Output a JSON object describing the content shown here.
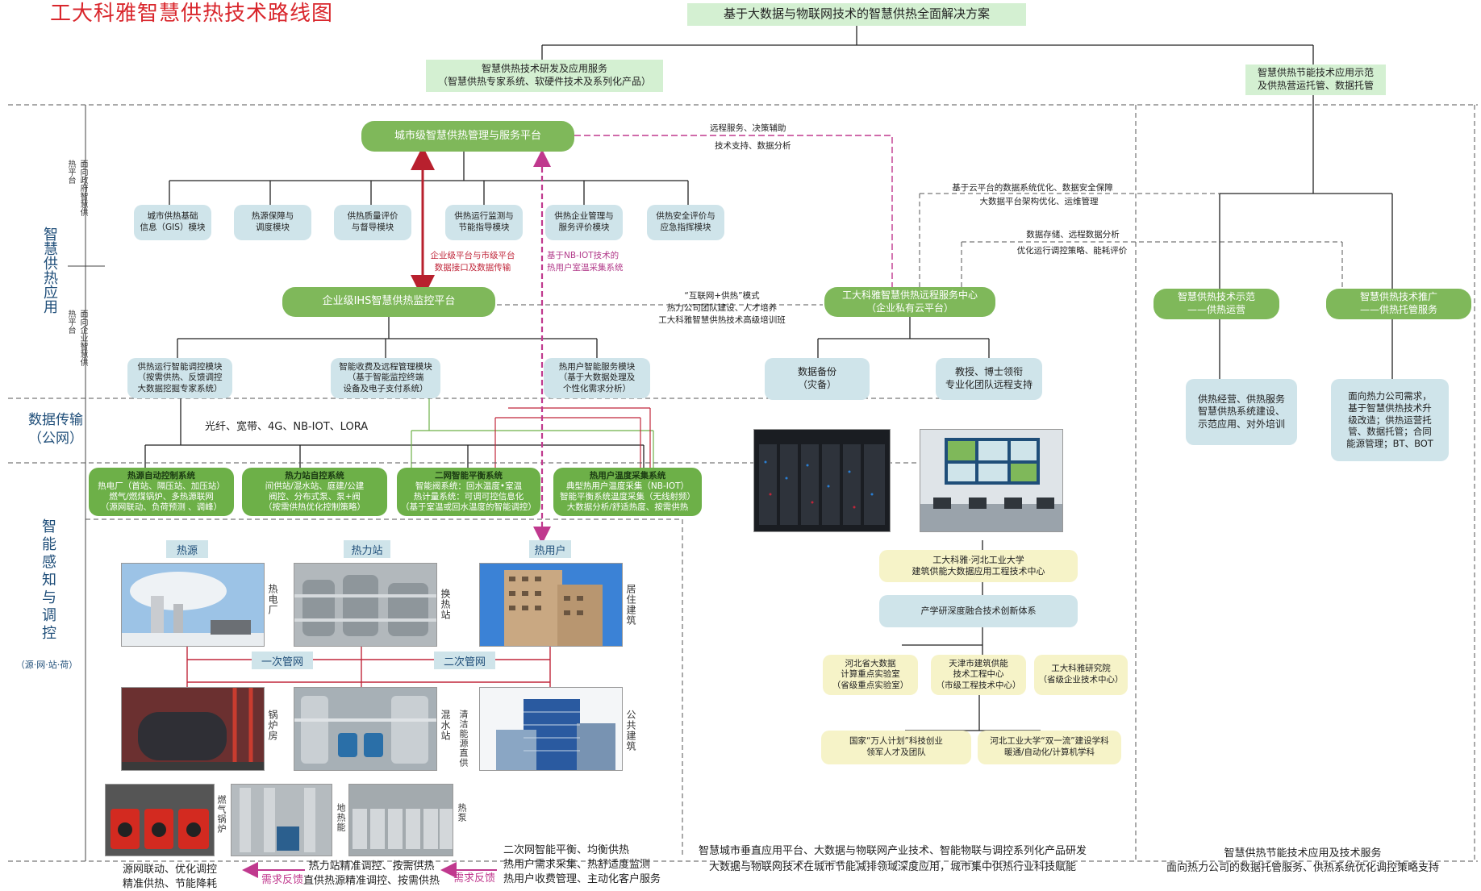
{
  "title": "工大科雅智慧供热技术路线图",
  "top": {
    "root": "基于大数据与物联网技术的智慧供热全面解决方案",
    "left_branch": "智慧供热技术研发及应用服务\n（智慧供热专家系统、软硬件技术及系列化产品）",
    "right_branch": "智慧供热节能技术应用示范\n及供热营运托管、数据托管"
  },
  "side_labels": {
    "app": "智慧供热应用",
    "gov": "面向政府智慧供热平台",
    "ent": "面向企业智慧供热平台",
    "trans": "数据传输\n（公网）",
    "sense": "智能感知与调控",
    "sense_sub": "（源·网·站·荷）"
  },
  "city_platform": "城市级智慧供热管理与服务平台",
  "city_modules": [
    "城市供热基础\n信息（GIS）模块",
    "热源保障与\n调度模块",
    "供热质量评价\n与督导模块",
    "供热运行监测与\n节能指导模块",
    "供热企业管理与\n服务评价模块",
    "供热安全评价与\n应急指挥模块"
  ],
  "red_note": "企业级平台与市级平台\n数据接口及数据传输",
  "purple_note": "基于NB-IOT技术的\n热用户室温采集系统",
  "remote_note1": "远程服务、决策辅助",
  "remote_note2": "技术支持、数据分析",
  "cloud_note1": "基于云平台的数据系统优化、数据安全保障",
  "cloud_note2": "大数据平台架构优化、运维管理",
  "data_note1": "数据存储、远程数据分析",
  "data_note2": "优化运行调控策略、能耗评价",
  "ent_platform": "企业级IHS智慧供热监控平台",
  "internet_note": "“互联网+供热”模式\n热力公司团队建设、人才培养\n工大科雅智慧供热技术高级培训班",
  "remote_center": "工大科雅智慧供热远程服务中心\n（企业私有云平台）",
  "ent_modules": [
    "供热运行智能调控模块\n（按需供热、反馈调控\n大数据挖掘专家系统）",
    "智能收费及远程管理模块\n（基于智能监控终端\n设备及电子支付系统）",
    "热用户智能服务模块\n（基于大数据处理及\n个性化需求分析）"
  ],
  "center_children": [
    "数据备份\n（灾备）",
    "教授、博士领衔\n专业化团队远程支持"
  ],
  "network_text": "光纤、宽带、4G、NB-IOT、LORA",
  "systems": [
    {
      "title": "热源自动控制系统",
      "body": "热电厂（首站、隔压站、加压站）\n燃气/燃煤锅炉、多热源联网\n（源网联动、负荷预测  、调峰）"
    },
    {
      "title": "热力站自控系统",
      "body": "间供站/混水站、庭建/公建\n阀控、分布式泵、泵+阀\n（按需供热优化控制策略）"
    },
    {
      "title": "二网智能平衡系统",
      "body": "智能阀系统：回水温度•室温\n热计量系统：可调可控信息化\n（基于室温或回水温度的智能调控）"
    },
    {
      "title": "热用户温度采集系统",
      "body": "典型热用户温度采集（NB-IOT）\n智能平衡系统温度采集（无线射频）\n大数据分析/舒适热度、按需供热"
    }
  ],
  "right_demo": [
    "智慧供热技术示范\n——供热运营",
    "智慧供热技术推广\n——供热托管服务"
  ],
  "right_desc": [
    "供热经营、供热服务\n智慧供热系统建设、\n示范应用、对外培训",
    "面向热力公司需求，\n基于智慧供热技术升\n级改造；供热运营托\n管、数据托管；合同\n能源管理；BT、BOT"
  ],
  "research": [
    "工大科雅·河北工业大学\n建筑供能大数据应用工程技术中心",
    "产学研深度融合技术创新体系"
  ],
  "labs": [
    "河北省大数据\n计算重点实验室\n（省级重点实验室）",
    "天津市建筑供能\n技术工程中心\n（市级工程技术中心）",
    "工大科雅研究院\n（省级企业技术中心）"
  ],
  "talents": [
    "国家“万人计划”科技创业\n领军人才及团队",
    "河北工业大学“双一流”建设学科\n暖通/自动化/计算机学科"
  ],
  "categories": [
    "热源",
    "热力站",
    "热用户"
  ],
  "pipes": [
    "一次管网",
    "二次管网"
  ],
  "photo_labels": [
    "热电厂",
    "换热站",
    "居住建筑",
    "锅炉房",
    "混水站",
    "公共建筑",
    "燃气锅炉",
    "地热能",
    "热泵",
    "清洁能源直供"
  ],
  "feedback": "需求反馈",
  "bottom_texts": {
    "b1": "源网联动、优化调控\n精准供热、节能降耗",
    "b2": "热力站精准调控、按需供热\n直供热源精准调控、按需供热",
    "b3": "二次网智能平衡、均衡供热\n热用户需求采集、热舒适度监测\n热用户收费管理、主动化客户服务",
    "b4": "智慧城市垂直应用平台、大数据与物联网产业技术、智能物联与调控系列化产品研发\n大数据与物联网技术在城市节能减排领域深度应用，城市集中供热行业科技赋能",
    "b5": "智慧供热节能技术应用及技术服务\n面向热力公司的数据托管服务、供热系统优化调控策略支持"
  },
  "colors": {
    "title_red": "#d9262c",
    "node_green": "#7fb85a",
    "node_blue": "#cfe4ea",
    "node_yellow": "#f6f3c8",
    "arrow_red": "#b8202e",
    "arrow_purple": "#c0398e"
  }
}
